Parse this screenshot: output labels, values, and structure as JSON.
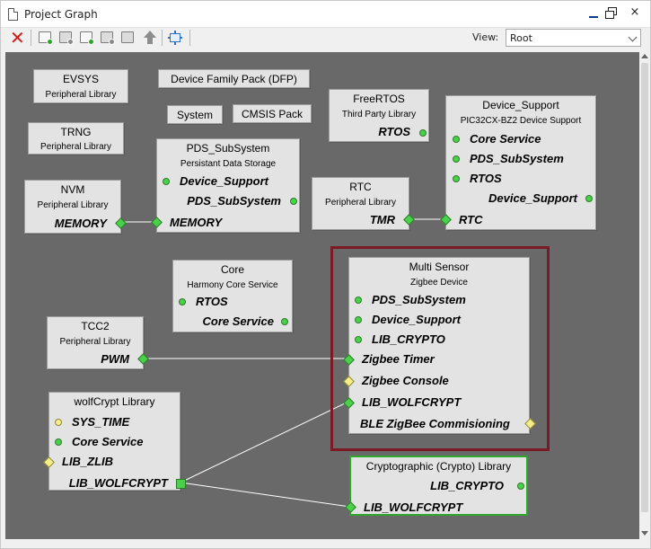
{
  "window": {
    "title": "Project Graph",
    "minimize": "minimize",
    "restore": "restore",
    "close": "×"
  },
  "toolbar": {
    "icons": [
      "delete-icon",
      "add-component-icon",
      "add-group-icon",
      "import-icon",
      "export-icon",
      "pin-icon",
      "up-arrow-icon",
      "fit-to-window-icon"
    ],
    "view_label": "View:",
    "view_value": "Root"
  },
  "colors": {
    "canvas": "#696969",
    "node": "#e3e3e3",
    "port_green": "#4ad14a",
    "port_yellow": "#f4ef8a",
    "selection_frame": "#7a1a24",
    "selected_border": "#2da82d",
    "delete_icon": "#d21a1a"
  },
  "nodes": {
    "evsys": {
      "title": "EVSYS",
      "subtitle": "Peripheral Library"
    },
    "dfp": {
      "title": "Device Family Pack (DFP)"
    },
    "system": {
      "title": "System"
    },
    "cmsis": {
      "title": "CMSIS Pack"
    },
    "freertos": {
      "title": "FreeRTOS",
      "subtitle": "Third Party Library",
      "ports": [
        "RTOS"
      ]
    },
    "device_support": {
      "title": "Device_Support",
      "subtitle": "PIC32CX-BZ2 Device Support",
      "ports": [
        "Core Service",
        "PDS_SubSystem",
        "RTOS",
        "Device_Support",
        "RTC"
      ]
    },
    "trng": {
      "title": "TRNG",
      "subtitle": "Peripheral Library"
    },
    "pds_subsystem": {
      "title": "PDS_SubSystem",
      "subtitle": "Persistant Data Storage",
      "ports": [
        "Device_Support",
        "PDS_SubSystem",
        "MEMORY"
      ]
    },
    "nvm": {
      "title": "NVM",
      "subtitle": "Peripheral Library",
      "ports": [
        "MEMORY"
      ]
    },
    "rtc": {
      "title": "RTC",
      "subtitle": "Peripheral Library",
      "ports": [
        "TMR"
      ]
    },
    "core": {
      "title": "Core",
      "subtitle": "Harmony Core Service",
      "ports": [
        "RTOS",
        "Core Service"
      ]
    },
    "multi_sensor": {
      "title": "Multi Sensor",
      "subtitle": "Zigbee Device",
      "ports": [
        "PDS_SubSystem",
        "Device_Support",
        "LIB_CRYPTO",
        "Zigbee Timer",
        "Zigbee Console",
        "LIB_WOLFCRYPT",
        "BLE ZigBee Commisioning"
      ]
    },
    "tcc2": {
      "title": "TCC2",
      "subtitle": "Peripheral Library",
      "ports": [
        "PWM"
      ]
    },
    "wolfcrypt": {
      "title": "wolfCrypt Library",
      "ports": [
        "SYS_TIME",
        "Core Service",
        "LIB_ZLIB",
        "LIB_WOLFCRYPT"
      ]
    },
    "crypto": {
      "title": "Cryptographic (Crypto) Library",
      "ports": [
        "LIB_CRYPTO",
        "LIB_WOLFCRYPT"
      ]
    }
  }
}
